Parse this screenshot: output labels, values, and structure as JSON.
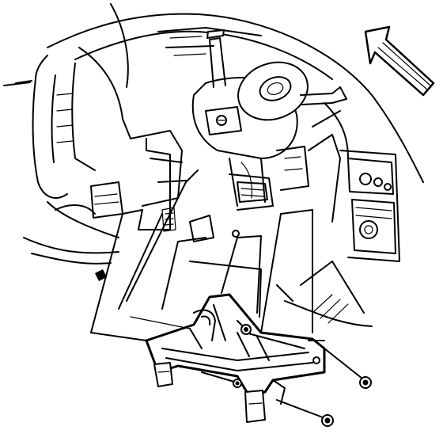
{
  "diagram": {
    "kind": "exploded-view line illustration",
    "background_color": "#ffffff",
    "line_color": "#000000",
    "parts": [
      {
        "id": "instrument-panel",
        "icon": "dashboard-icon"
      },
      {
        "id": "steering-column",
        "icon": "steering-column-icon"
      },
      {
        "id": "knee-bolster-bracket",
        "icon": "bracket-icon"
      },
      {
        "id": "bolts",
        "count": 4,
        "icon": "bolt-icon"
      },
      {
        "id": "forward-direction-arrow",
        "icon": "arrow-up-left-icon"
      }
    ]
  }
}
